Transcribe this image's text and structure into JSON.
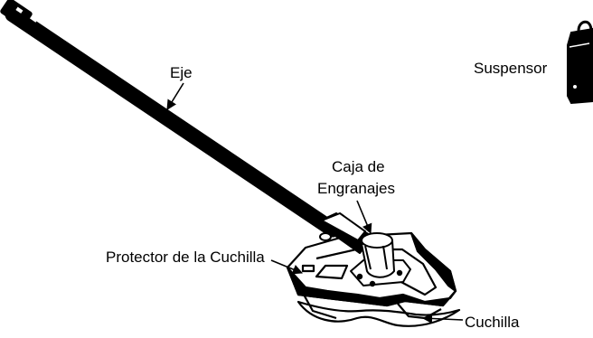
{
  "labels": {
    "shaft": "Eje",
    "hanger": "Suspensor",
    "gearbox_line1": "Caja de",
    "gearbox_line2": "Engranajes",
    "blade_guard": "Protector de la Cuchilla",
    "blade": "Cuchilla"
  },
  "colors": {
    "ink": "#000000",
    "paper": "#ffffff"
  }
}
